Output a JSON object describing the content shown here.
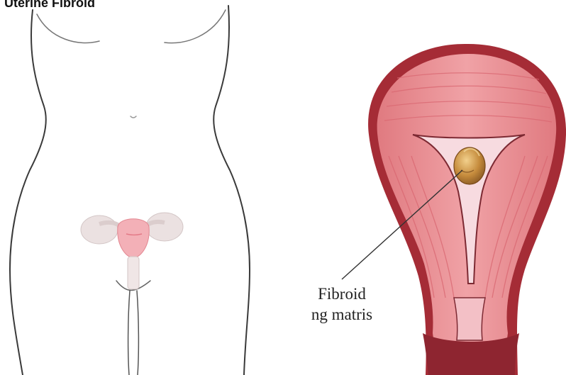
{
  "title": "Uterine Fibroid",
  "callout": {
    "line1": "Fibroid",
    "line2": "ng matris"
  },
  "colors": {
    "body_outline": "#3a3a3a",
    "muscle": "#e58a8e",
    "muscle_dark": "#c94f57",
    "wall_outer": "#b8363f",
    "fibroid": "#c28a3e",
    "faded_organ": "#e4d4d4"
  }
}
